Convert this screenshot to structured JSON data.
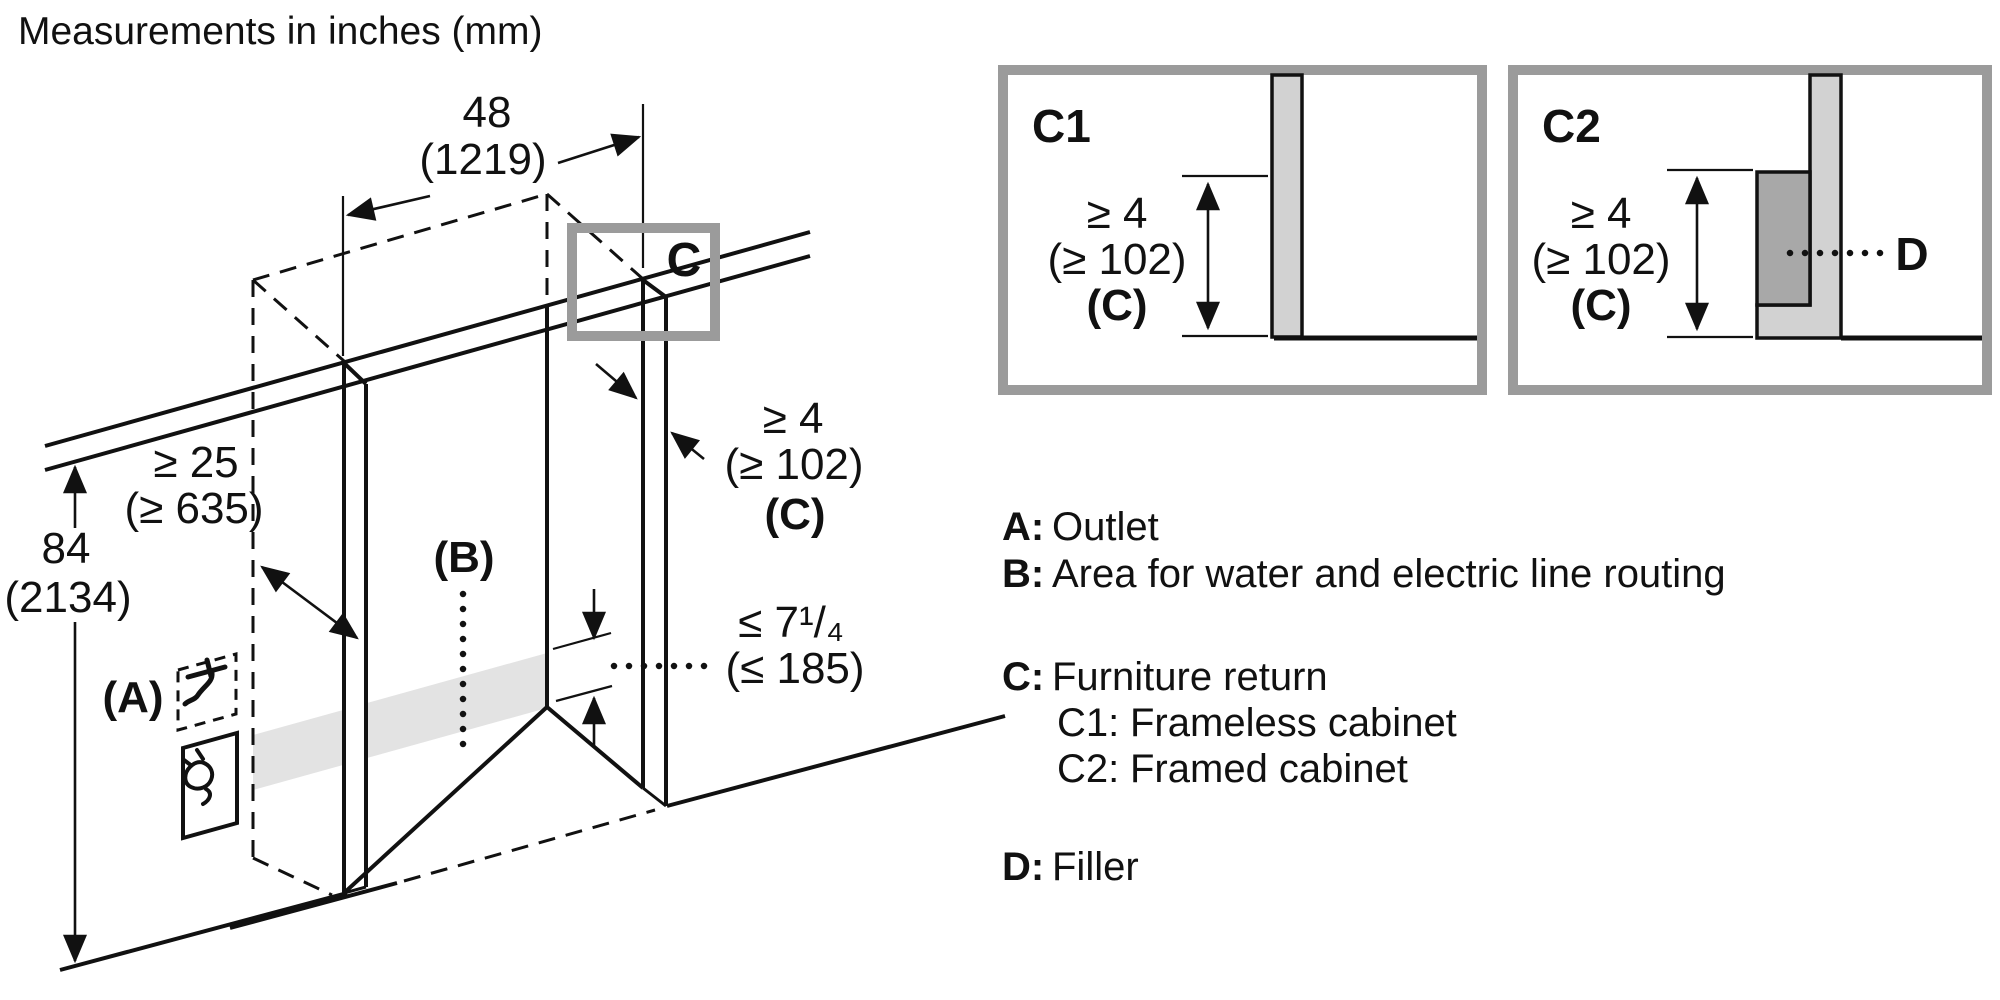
{
  "title": "Measurements in inches (mm)",
  "diagram": {
    "width_in": "48",
    "width_mm": "(1219)",
    "height_in": "84",
    "height_mm": "(2134)",
    "depth_in": "≥ 25",
    "depth_mm": "(≥ 635)",
    "return_in": "≥ 4",
    "return_mm": "(≥ 102)",
    "return_ref": "(C)",
    "routing_in": "≤ 7¹/₄",
    "routing_mm": "(≤ 185)",
    "label_a": "(A)",
    "label_b": "(B)",
    "label_c": "C"
  },
  "details": {
    "c1": {
      "label": "C1",
      "dim_in": "≥ 4",
      "dim_mm": "(≥ 102)",
      "dim_ref": "(C)"
    },
    "c2": {
      "label": "C2",
      "dim_in": "≥ 4",
      "dim_mm": "(≥ 102)",
      "dim_ref": "(C)",
      "filler_label": "D"
    }
  },
  "legend": {
    "items": [
      {
        "key": "A:",
        "text": "Outlet"
      },
      {
        "key": "B:",
        "text": "Area for water and electric line routing"
      },
      {
        "key": "C:",
        "text": "Furniture return"
      },
      {
        "key": "C1:",
        "text": "Frameless cabinet"
      },
      {
        "key": "C2:",
        "text": "Framed cabinet"
      },
      {
        "key": "D:",
        "text": "Filler"
      }
    ]
  },
  "colors": {
    "line": "#111111",
    "highlight_gray": "#9b9b9b",
    "panel_gray": "#d2d2d2",
    "filler_gray": "#a8a8a8",
    "band_gray": "#e3e3e3"
  }
}
